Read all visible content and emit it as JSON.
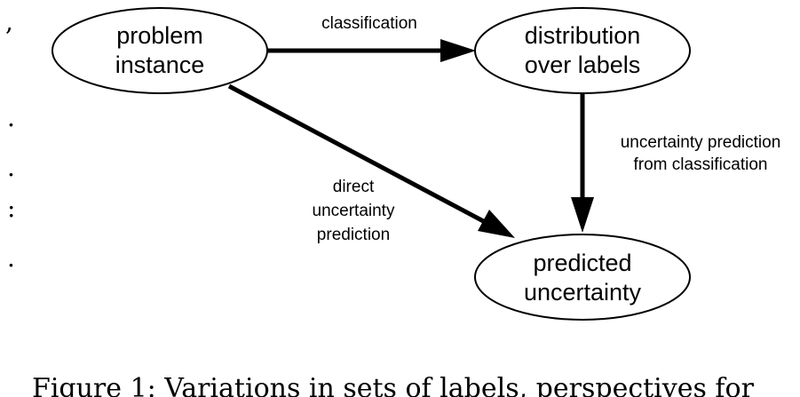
{
  "nodes": {
    "problem_instance": {
      "line1": "problem",
      "line2": "instance"
    },
    "distribution_over_labels": {
      "line1": "distribution",
      "line2": "over labels"
    },
    "predicted_uncertainty": {
      "line1": "predicted",
      "line2": "uncertainty"
    }
  },
  "edges": {
    "classification": {
      "label": "classification"
    },
    "uncertainty_from_classification": {
      "line1": "uncertainty prediction",
      "line2": "from classification"
    },
    "direct_uncertainty": {
      "line1": "direct",
      "line2": "uncertainty",
      "line3": "prediction"
    }
  },
  "caption": "Figure 1: Variations in sets of labels, perspectives for",
  "margin_glyphs": [
    ",",
    ".",
    ".",
    ":",
    "."
  ]
}
